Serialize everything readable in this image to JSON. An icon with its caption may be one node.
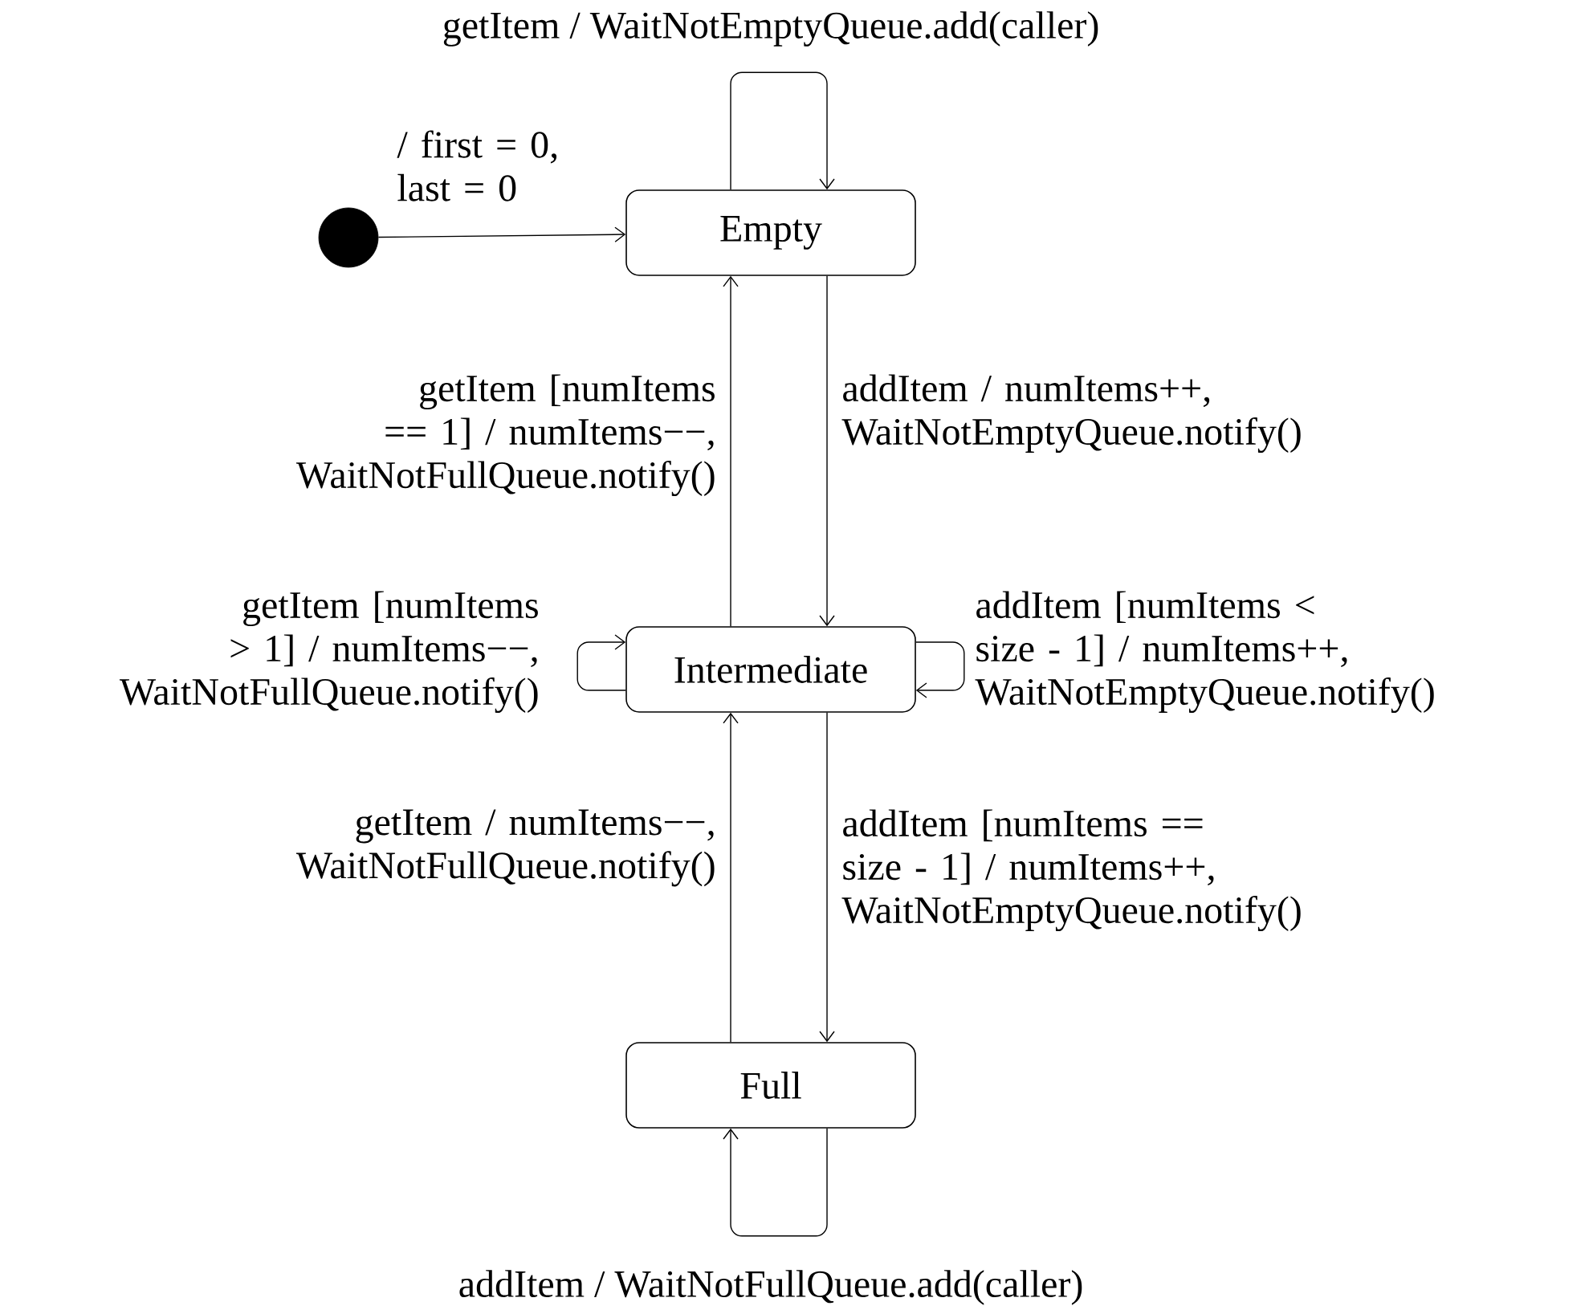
{
  "diagram": {
    "nodes": [
      {
        "text": [],
        "shape": "circle"
      },
      {
        "text": [
          "Empty"
        ]
      },
      {
        "text": [
          "Intermediate"
        ]
      },
      {
        "text": [
          "Full"
        ]
      }
    ],
    "edges": [
      {
        "from": 0,
        "to": 1,
        "arrow": "to",
        "label": "/ first = 0, last = 0"
      },
      {
        "from": 1,
        "to": 1,
        "arrow": "to",
        "label": "getItem / WaitNotEmptyQueue.add(caller)"
      },
      {
        "from": 1,
        "to": 2,
        "arrow": "to",
        "label": "addItem / numItems++, WaitNotEmptyQueue.notify()"
      },
      {
        "from": 2,
        "to": 1,
        "arrow": "to",
        "label": "getItem [numItems == 1] / numItems−−, WaitNotFullQueue.notify()"
      },
      {
        "from": 2,
        "to": 2,
        "arrow": "to",
        "label": "getItem [numItems > 1] / numItems−−, WaitNotFullQueue.notify()"
      },
      {
        "from": 2,
        "to": 2,
        "arrow": "to",
        "label": "addItem [numItems < size - 1] / numItems++, WaitNotEmptyQueue.notify()"
      },
      {
        "from": 2,
        "to": 3,
        "arrow": "to",
        "label": "addItem [numItems == size - 1] / numItems++, WaitNotEmptyQueue.notify()"
      },
      {
        "from": 3,
        "to": 2,
        "arrow": "to",
        "label": "getItem / numItems−−, WaitNotFullQueue.notify()"
      },
      {
        "from": 3,
        "to": 3,
        "arrow": "to",
        "label": "addItem / WaitNotFullQueue.add(caller)"
      }
    ]
  }
}
